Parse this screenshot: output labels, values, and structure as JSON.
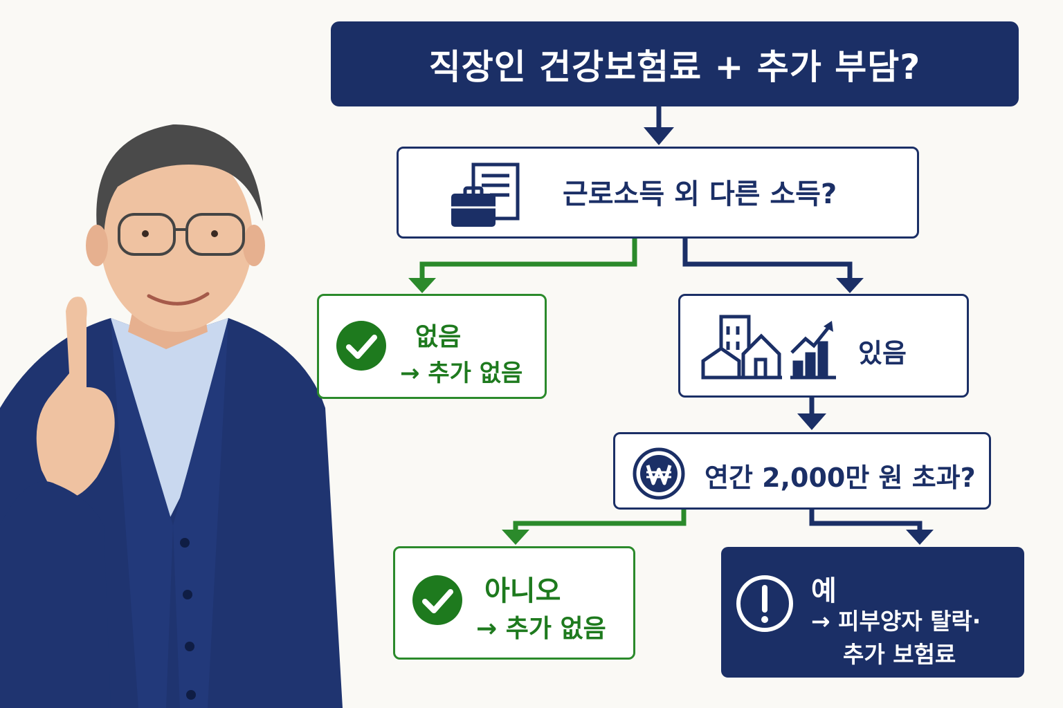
{
  "title": "직장인 건강보험료 + 추가 부담?",
  "question1": "근로소득 외 다른 소득?",
  "branch_none": {
    "label": "없음",
    "result": "→ 추가 없음"
  },
  "branch_some": {
    "label": "있음"
  },
  "question2": "연간 2,000만 원 초과?",
  "branch_no": {
    "label": "아니오",
    "result": "→ 추가 없음"
  },
  "branch_yes": {
    "label": "예",
    "result_line1": "→ 피부양자 탈락·",
    "result_line2": "추가 보험료"
  },
  "icons": [
    "briefcase-document-icon",
    "check-icon",
    "buildings-chart-icon",
    "won-coin-icon",
    "exclamation-icon"
  ],
  "colors": {
    "navy": "#1b2f66",
    "green": "#2b8a2b",
    "background": "#faf9f5"
  }
}
